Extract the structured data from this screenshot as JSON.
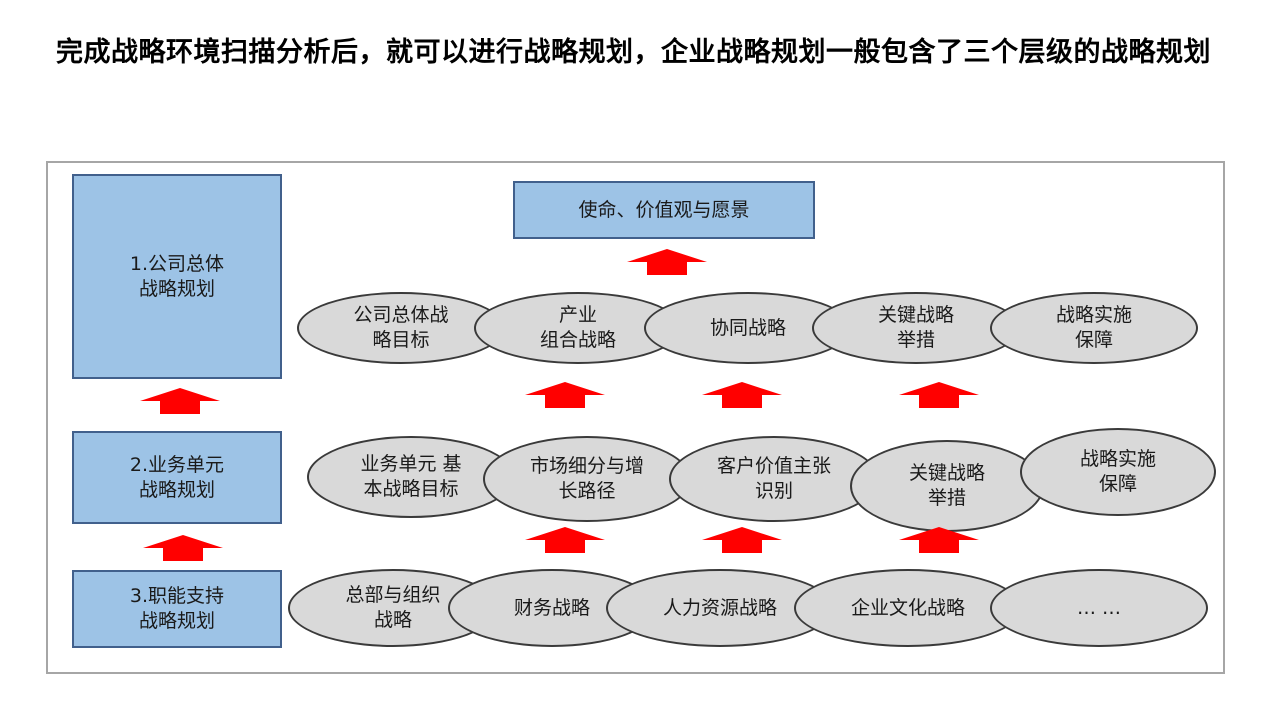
{
  "title": "完成战略环境扫描分析后，就可以进行战略规划，企业战略规划一般包含了三个层级的战略规划",
  "levels": {
    "company": "1.公司总体\n战略规划",
    "business": "2.业务单元\n战略规划",
    "functional": "3.职能支持\n战略规划"
  },
  "top_box": "使命、价值观与愿景",
  "row1": [
    "公司总体战\n略目标",
    "产业\n组合战略",
    "协同战略",
    "关键战略\n举措",
    "战略实施\n保障"
  ],
  "row2": [
    "业务单元 基\n本战略目标",
    "市场细分与增\n长路径",
    "客户价值主张\n识别",
    "关键战略\n举措",
    "战略实施\n保障"
  ],
  "row3": [
    "总部与组织\n战略",
    "财务战略",
    "人力资源战略",
    "企业文化战略",
    "… …"
  ],
  "colors": {
    "box_fill": "#9dc3e6",
    "box_border": "#41608c",
    "ellipse_fill": "#d9d9d9",
    "arrow": "#ff0000"
  }
}
